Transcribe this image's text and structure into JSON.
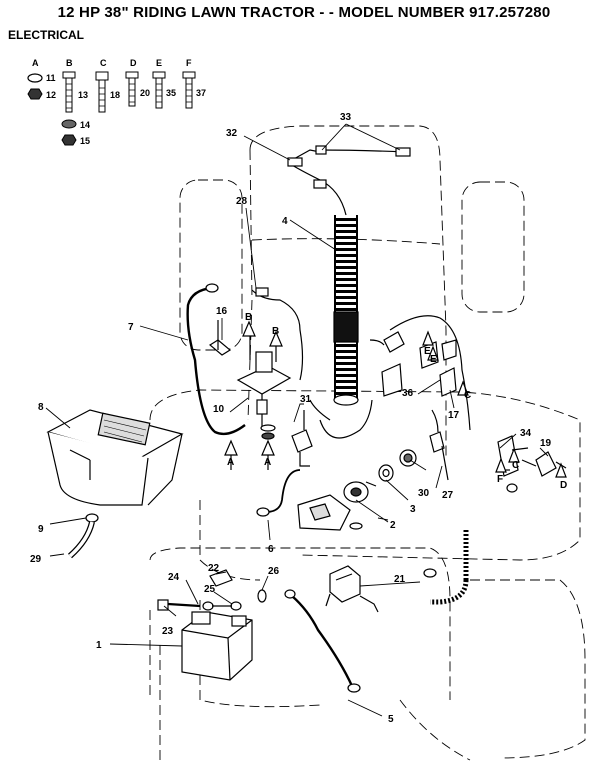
{
  "header": {
    "title": "12 HP 38\" RIDING LAWN TRACTOR - - MODEL NUMBER 917.257280",
    "section": "ELECTRICAL"
  },
  "hardware_key": [
    {
      "letter": "A",
      "parts": [
        "11",
        "12"
      ]
    },
    {
      "letter": "B",
      "parts": [
        "13",
        "14",
        "15"
      ]
    },
    {
      "letter": "C",
      "parts": [
        "18"
      ]
    },
    {
      "letter": "D",
      "parts": [
        "20"
      ]
    },
    {
      "letter": "E",
      "parts": [
        "35"
      ]
    },
    {
      "letter": "F",
      "parts": [
        "37"
      ]
    }
  ],
  "callouts": [
    "1",
    "2",
    "3",
    "4",
    "5",
    "6",
    "7",
    "8",
    "9",
    "10",
    "16",
    "17",
    "19",
    "21",
    "22",
    "23",
    "24",
    "25",
    "26",
    "27",
    "28",
    "29",
    "30",
    "31",
    "32",
    "33",
    "34",
    "36"
  ],
  "hardware_refs": [
    "A",
    "A",
    "B",
    "B",
    "C",
    "C",
    "D",
    "E",
    "E",
    "F"
  ]
}
